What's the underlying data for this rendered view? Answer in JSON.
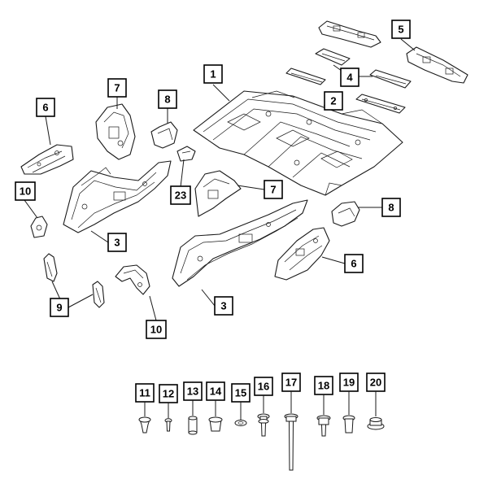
{
  "callouts": [
    {
      "id": "c1",
      "label": "1"
    },
    {
      "id": "c2",
      "label": "2"
    },
    {
      "id": "c3a",
      "label": "3"
    },
    {
      "id": "c3b",
      "label": "3"
    },
    {
      "id": "c4",
      "label": "4"
    },
    {
      "id": "c5",
      "label": "5"
    },
    {
      "id": "c6a",
      "label": "6"
    },
    {
      "id": "c6b",
      "label": "6"
    },
    {
      "id": "c7a",
      "label": "7"
    },
    {
      "id": "c7b",
      "label": "7"
    },
    {
      "id": "c8a",
      "label": "8"
    },
    {
      "id": "c8b",
      "label": "8"
    },
    {
      "id": "c9",
      "label": "9"
    },
    {
      "id": "c10a",
      "label": "10"
    },
    {
      "id": "c10b",
      "label": "10"
    },
    {
      "id": "c11",
      "label": "11"
    },
    {
      "id": "c12",
      "label": "12"
    },
    {
      "id": "c13",
      "label": "13"
    },
    {
      "id": "c14",
      "label": "14"
    },
    {
      "id": "c15",
      "label": "15"
    },
    {
      "id": "c16",
      "label": "16"
    },
    {
      "id": "c17",
      "label": "17"
    },
    {
      "id": "c18",
      "label": "18"
    },
    {
      "id": "c19",
      "label": "19"
    },
    {
      "id": "c20",
      "label": "20"
    },
    {
      "id": "c23",
      "label": "23"
    }
  ]
}
